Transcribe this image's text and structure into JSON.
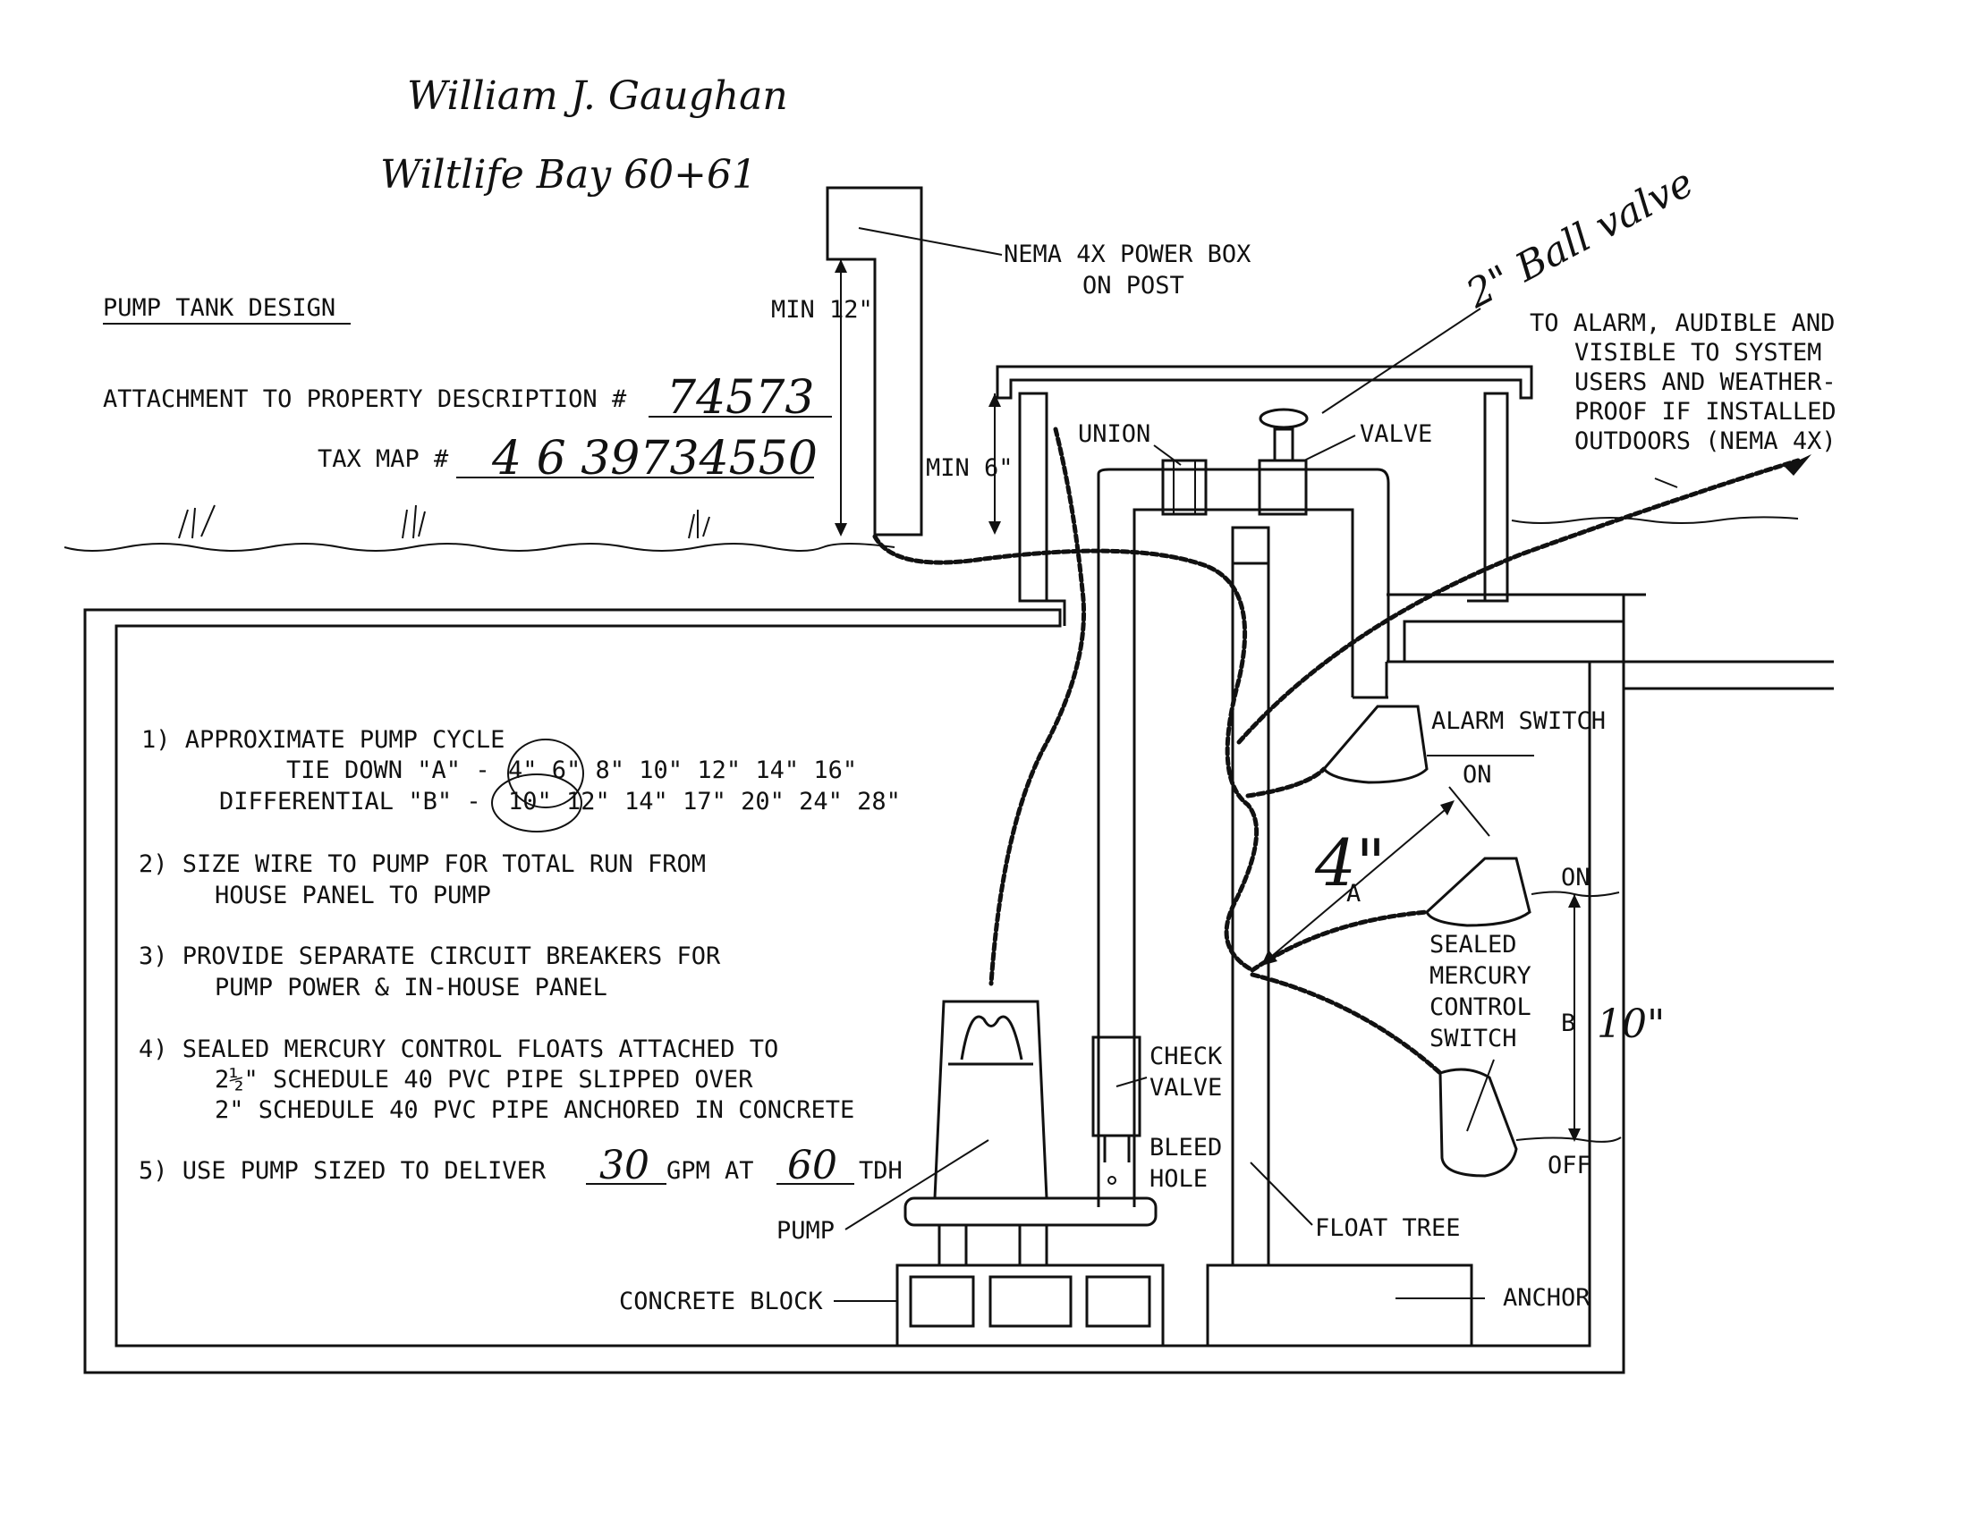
{
  "header": {
    "signature_name": "William J. Gaughan",
    "signature_place": "Wiltlife Bay 60+61",
    "title": "PUMP TANK DESIGN",
    "property_desc_label": "ATTACHMENT TO PROPERTY DESCRIPTION #",
    "property_desc_value": "74573",
    "tax_map_label": "TAX MAP #",
    "tax_map_value": "4 6 39734550"
  },
  "notes": {
    "n1_title": "1) APPROXIMATE PUMP CYCLE",
    "n1_tie_down_label": "TIE DOWN \"A\" -",
    "n1_tie_down_values": "4\"  6\"  8\"  10\"  12\"  14\"  16\"",
    "n1_diff_label": "DIFFERENTIAL \"B\" -",
    "n1_diff_values": "10\"  12\"  14\"  17\"  20\"  24\"  28\"",
    "n2_line1": "2) SIZE WIRE TO PUMP FOR TOTAL RUN FROM",
    "n2_line2": "HOUSE PANEL TO PUMP",
    "n3_line1": "3) PROVIDE SEPARATE CIRCUIT BREAKERS FOR",
    "n3_line2": "PUMP POWER & IN-HOUSE PANEL",
    "n4_line1": "4) SEALED MERCURY CONTROL FLOATS ATTACHED TO",
    "n4_line2": "2½\" SCHEDULE 40 PVC PIPE SLIPPED OVER",
    "n4_line3": "2\" SCHEDULE 40 PVC PIPE ANCHORED IN CONCRETE",
    "n5_prefix": "5) USE PUMP SIZED TO DELIVER",
    "n5_gpm_value": "30",
    "n5_middle": "GPM AT",
    "n5_tdh_value": "60",
    "n5_suffix": "TDH"
  },
  "labels": {
    "power_box_line1": "NEMA 4X POWER BOX",
    "power_box_line2": "ON POST",
    "min12": "MIN 12\"",
    "min6": "MIN 6\"",
    "union": "UNION",
    "valve": "VALVE",
    "ball_valve_note": "2\" Ball valve",
    "alarm_line1": "TO ALARM, AUDIBLE AND",
    "alarm_line2": "VISIBLE TO SYSTEM",
    "alarm_line3": "USERS AND WEATHER-",
    "alarm_line4": "PROOF IF INSTALLED",
    "alarm_line5": "OUTDOORS (NEMA 4X)",
    "alarm_switch": "ALARM SWITCH",
    "on_upper": "ON",
    "on_lower": "ON",
    "off": "OFF",
    "a_hand": "4\"",
    "a_label": "A",
    "b_label": "B",
    "b_hand": "10\"",
    "sealed1": "SEALED",
    "sealed2": "MERCURY",
    "sealed3": "CONTROL",
    "sealed4": "SWITCH",
    "check1": "CHECK",
    "check2": "VALVE",
    "bleed1": "BLEED",
    "bleed2": "HOLE",
    "pump": "PUMP",
    "float_tree": "FLOAT TREE",
    "concrete_block": "CONCRETE BLOCK",
    "anchor": "ANCHOR"
  }
}
